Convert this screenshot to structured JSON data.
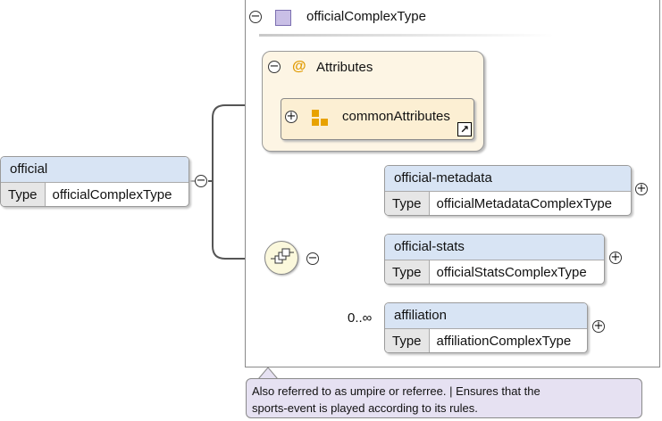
{
  "root": {
    "name": "official",
    "type_key": "Type",
    "type_value": "officialComplexType"
  },
  "complex_type": {
    "title": "officialComplexType"
  },
  "attributes": {
    "title": "Attributes",
    "group": {
      "name": "commonAttributes"
    }
  },
  "sequence": {
    "children": [
      {
        "name": "official-metadata",
        "type_key": "Type",
        "type_value": "officialMetadataComplexType",
        "occurs": ""
      },
      {
        "name": "official-stats",
        "type_key": "Type",
        "type_value": "officialStatsComplexType",
        "occurs": ""
      },
      {
        "name": "affiliation",
        "type_key": "Type",
        "type_value": "affiliationComplexType",
        "occurs": "0..∞"
      }
    ]
  },
  "toggles": {
    "collapse": "−",
    "expand": "+"
  },
  "tooltip": {
    "line1": "Also referred to as umpire or referree. | Ensures that the",
    "line2": "sports-event is played according to its rules."
  }
}
